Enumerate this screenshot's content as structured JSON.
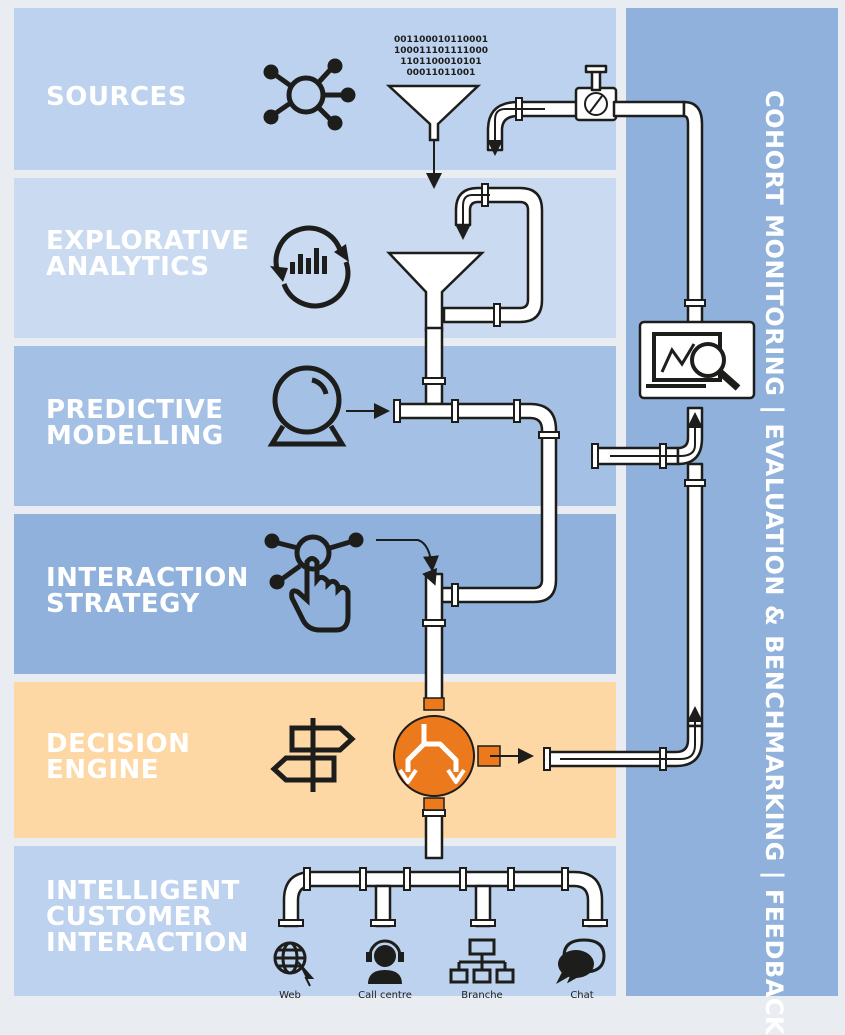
{
  "stages": [
    {
      "id": "sources",
      "label": "SOURCES",
      "color": "#bcd2ee",
      "icon": "network-icon"
    },
    {
      "id": "explorative",
      "label": "EXPLORATIVE\nANALYTICS",
      "color": "#c9daf1",
      "icon": "refresh-chart-icon"
    },
    {
      "id": "predictive",
      "label": "PREDICTIVE\nMODELLING",
      "color": "#a4c0e5",
      "icon": "crystal-ball-icon"
    },
    {
      "id": "interaction",
      "label": "INTERACTION\nSTRATEGY",
      "color": "#8fb1dc",
      "icon": "touch-network-icon"
    },
    {
      "id": "decision",
      "label": "DECISION\nENGINE",
      "color": "#fdd7a4",
      "icon": "signpost-icon"
    },
    {
      "id": "customer",
      "label": "INTELLIGENT\nCUSTOMER\nINTERACTION",
      "color": "#bcd2ee",
      "icon": "customer-icon"
    }
  ],
  "binary": [
    "001100010110001",
    "100011101111000",
    "1101100010101",
    "00011011001"
  ],
  "feedback": {
    "text": "COHORT\nMONITORING   |   EVALUATION\n& BENCHMARKING   |   FEEDBACK"
  },
  "channels": [
    {
      "label": "Web",
      "icon": "globe-cursor-icon"
    },
    {
      "label": "Call centre",
      "icon": "headset-agent-icon"
    },
    {
      "label": "Branche",
      "icon": "org-chart-icon"
    },
    {
      "label": "Chat",
      "icon": "chat-bubbles-icon"
    }
  ],
  "colors": {
    "accent": "#ec7a1c",
    "pipe": "#ffffff",
    "outline": "#1d1d1b",
    "sidebar": "#8fb1dc"
  }
}
